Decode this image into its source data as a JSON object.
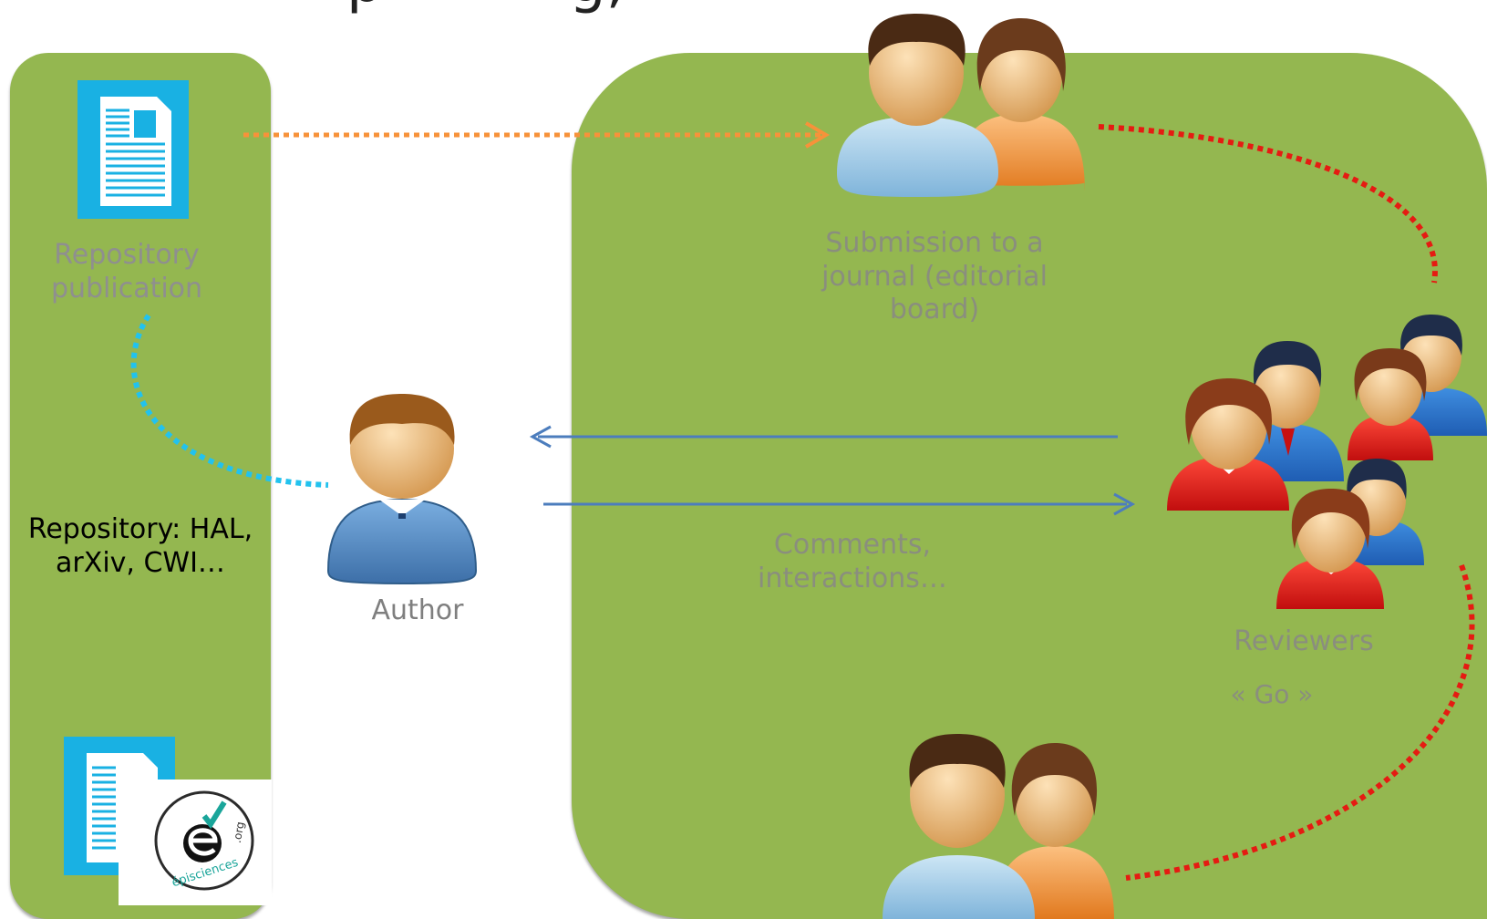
{
  "title_fragment": "p          g,",
  "labels": {
    "repository_publication": "Repository publication",
    "repository_list": "Repository: HAL, arXiv, CWI…",
    "author": "Author",
    "submission": "Submission to a journal (editorial board)",
    "comments": "Comments, interactions…",
    "reviewers": "Reviewers",
    "go": "« Go »"
  },
  "logo": {
    "text": "épisciences",
    "suffix": ".org"
  },
  "icons": {
    "document_top": "document-icon",
    "document_bottom": "document-icon",
    "author": "user-icon",
    "editorial_board": "user-group-icon",
    "reviewers": "reviewers-group-icon",
    "editors_bottom": "user-group-icon"
  },
  "colors": {
    "panel": "#94b750",
    "document": "#19b1e3",
    "orange_arrow": "#f7923a",
    "red_dotted": "#e51b12",
    "blue_dotted": "#22c2ee",
    "interaction_arrow": "#4c7dbd"
  }
}
